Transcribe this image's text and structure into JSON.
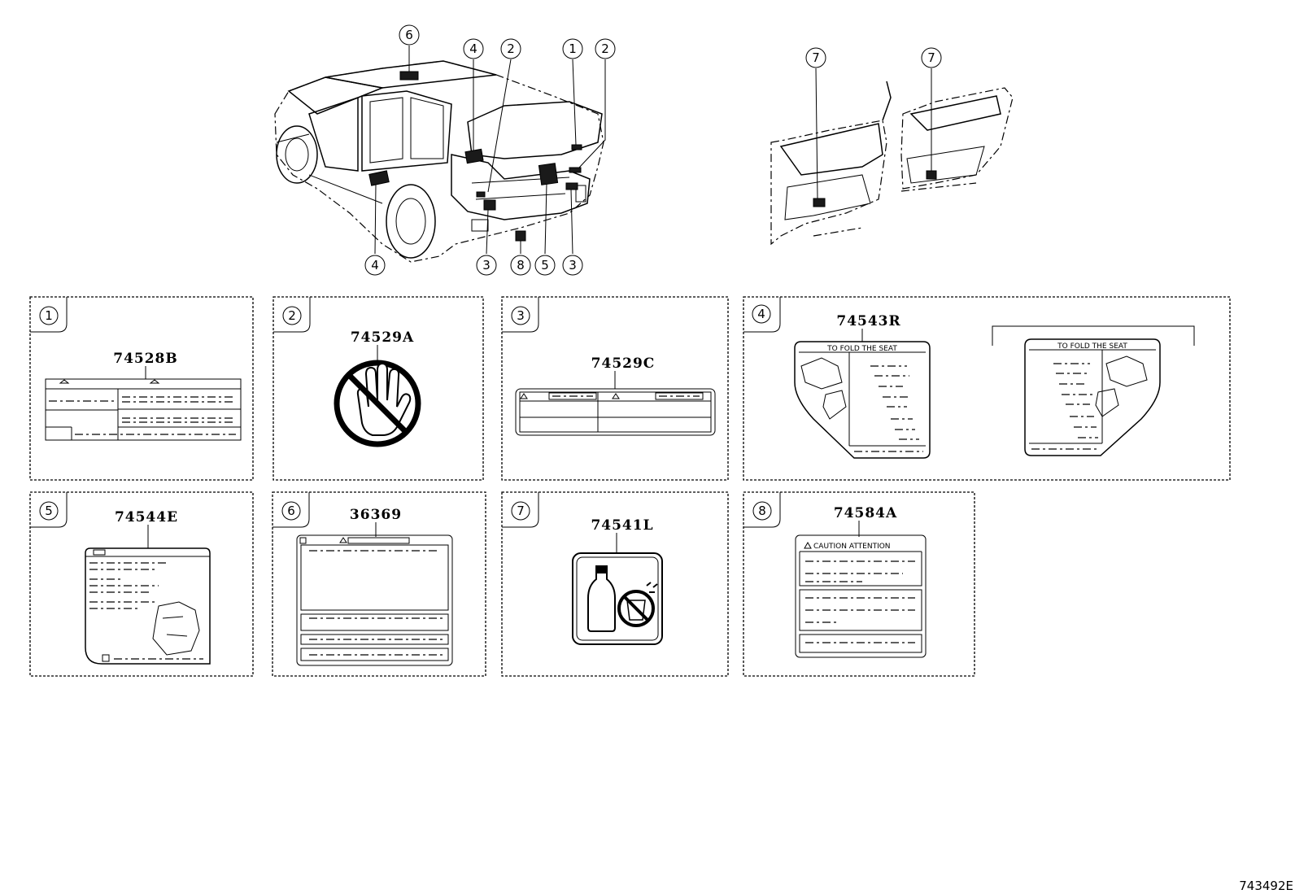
{
  "reference_code": "743492E",
  "vehicle_callouts": {
    "rear_view": [
      "6",
      "4",
      "2",
      "1",
      "2",
      "4",
      "3",
      "8",
      "5",
      "3"
    ],
    "door_view": [
      "7",
      "7"
    ]
  },
  "panels": [
    {
      "index": "1",
      "part_number": "74528B"
    },
    {
      "index": "2",
      "part_number": "74529A"
    },
    {
      "index": "3",
      "part_number": "74529C"
    },
    {
      "index": "4",
      "part_number": "74543R",
      "label_text": "TO FOLD THE SEAT",
      "label_text_mirror": "TO FOLD THE SEAT"
    },
    {
      "index": "5",
      "part_number": "74544E"
    },
    {
      "index": "6",
      "part_number": "36369"
    },
    {
      "index": "7",
      "part_number": "74541L"
    },
    {
      "index": "8",
      "part_number": "74584A",
      "label_text": "CAUTION ATTENTION"
    }
  ],
  "icons": {
    "panel2": "no-touch-hand-icon",
    "panel7": "bottle-no-drink-icon"
  }
}
